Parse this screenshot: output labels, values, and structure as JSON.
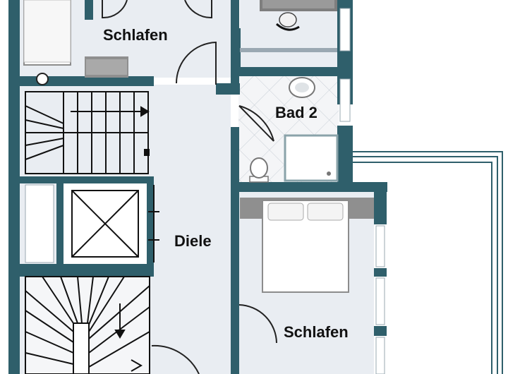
{
  "rooms": {
    "bedroom_top": "Schlafen",
    "bath": "Bad 2",
    "hall": "Diele",
    "bedroom_bottom": "Schlafen"
  },
  "colors": {
    "wall": "#2f5f6b",
    "floor": "#e9edf2",
    "tile_line": "#b9c2cc",
    "fixture": "#8c8c8c",
    "terrace": "#2f5f6b"
  }
}
